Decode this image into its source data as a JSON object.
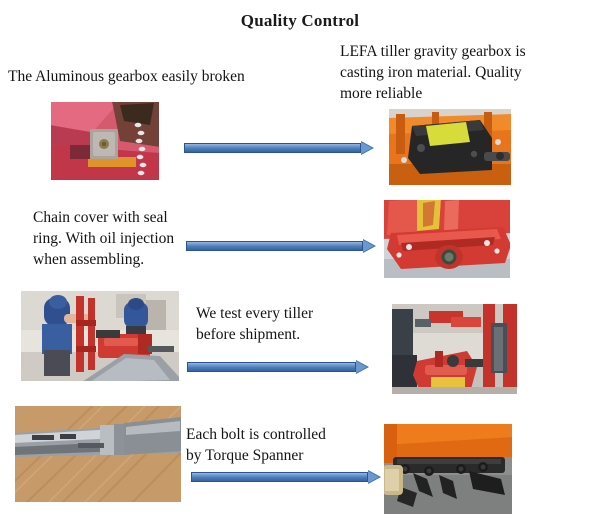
{
  "slide": {
    "title": "Quality  Control",
    "background_color": "#ffffff",
    "text_color": "#141414",
    "arrow_color": "#4e80bd",
    "arrow_outline_color": "#2b5590"
  },
  "rows": [
    {
      "left_text": "The Aluminous  gearbox easily broken",
      "right_text": "LEFA tiller gravity gearbox is casting iron material.  Quality more reliable",
      "left_image": "aluminous-gearbox-photo",
      "right_image": "casting-iron-gearbox-photo",
      "arrow": "right-arrow-row-1"
    },
    {
      "left_text": "Chain cover with seal ring.  With oil injection when assembling.",
      "right_text": "",
      "left_image": "",
      "right_image": "chain-cover-seal-ring-photo",
      "arrow": "right-arrow-row-2"
    },
    {
      "left_text": "We test every tiller before shipment.",
      "right_text": "",
      "left_image": "tiller-testing-workshop-photo",
      "right_image": "tiller-test-rig-photo",
      "arrow": "right-arrow-row-3"
    },
    {
      "left_text": "Each bolt  is controlled by  Torque Spanner",
      "right_text": "",
      "left_image": "torque-spanner-photo",
      "right_image": "bolted-rotary-blades-photo",
      "arrow": "right-arrow-row-4"
    }
  ],
  "texts": {
    "title": "Quality  Control",
    "r1_left": "The Aluminous  gearbox easily broken",
    "r1_right_line1": "LEFA tiller gravity gearbox is",
    "r1_right_line2": "casting iron material.  Quality",
    "r1_right_line3": "more reliable",
    "r2_left_line1": "Chain cover with seal",
    "r2_left_line2": "ring.  With oil injection",
    "r2_left_line3": "when assembling.",
    "r3_mid_line1": "We test every tiller",
    "r3_mid_line2": "before shipment.",
    "r4_mid_line1": "Each bolt  is controlled",
    "r4_mid_line2": "by  Torque Spanner"
  }
}
